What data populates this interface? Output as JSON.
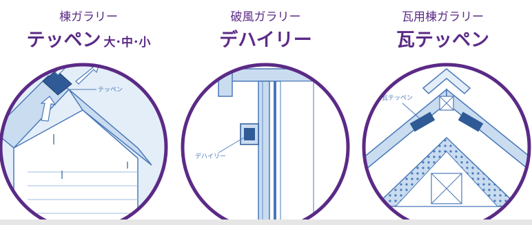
{
  "panels": [
    {
      "subtitle": "棟ガラリー",
      "title": "テッペン",
      "size_note": "大･中･小",
      "callout": "テッペン"
    },
    {
      "subtitle": "破風ガラリー",
      "title": "デハイリー",
      "callout": "デハイリー"
    },
    {
      "subtitle": "瓦用棟ガラリー",
      "title": "瓦テッペン",
      "callout": "瓦テッペン"
    }
  ],
  "colors": {
    "heading": "#5b2a86",
    "circle_border": "#5b2a86",
    "illustration_fill": "#c9dcf0",
    "illustration_line": "#4a78b8"
  }
}
